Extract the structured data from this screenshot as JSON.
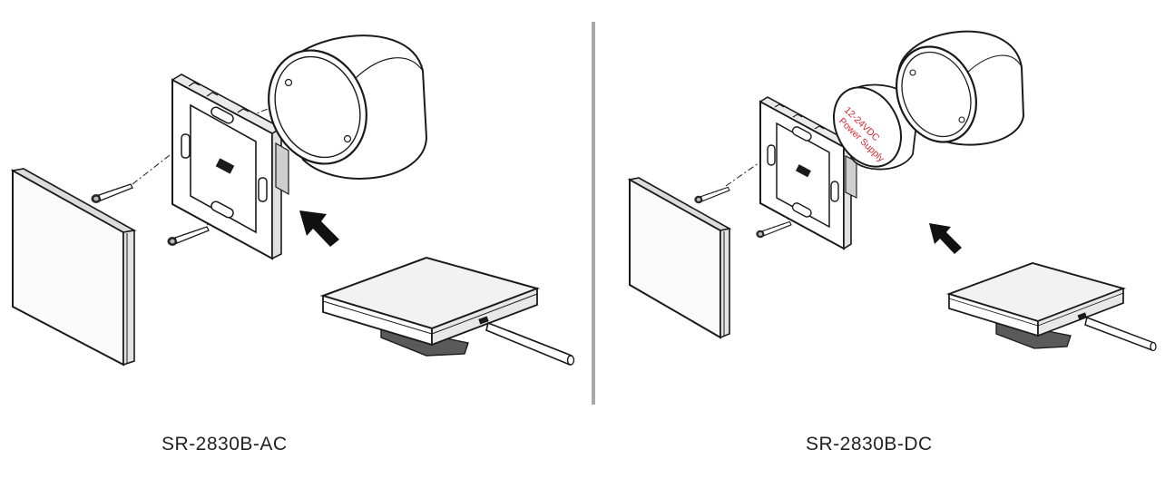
{
  "left_model": "SR-2830B-AC",
  "right_model": "SR-2830B-DC",
  "psu_label_line1": "12-24VDC",
  "psu_label_line2": "Power Supply",
  "colors": {
    "line": "#1a1a1a",
    "face_gray": "#e9e9e9",
    "dark_gray": "#555555",
    "divider": "#a8a8a8",
    "psu_text": "#d8262c"
  },
  "icons": {
    "arrow": "install-direction-arrow-icon",
    "screw": "screw-icon",
    "screwdriver": "screwdriver-icon"
  }
}
